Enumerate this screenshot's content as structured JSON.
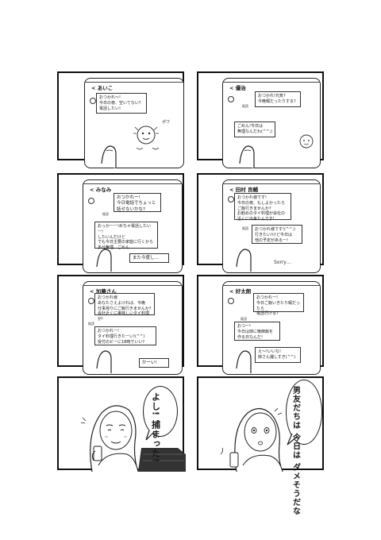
{
  "panels": [
    {
      "contact": "< あいこ",
      "bubbles": [
        "おつかれ〜!\n今日の夜、空いてない?\n電話したい!"
      ],
      "sfx": "ポワ"
    },
    {
      "contact": "< 優治",
      "bubbles": [
        "おつかれ!元気?\n今晩暇だったりする?",
        "ごめん!今日は\n無理なんだわ(^^;)"
      ],
      "note": "既読"
    },
    {
      "contact": "< みなみ",
      "bubbles": [
        "おつかれー!\n今日電話でちょっと\n話せないかな?",
        "おっかーー!めちゃ電話したいー!\nしたいんだけど\nでも今日主要の家庭に行くから\n多分無理…ごめん…"
      ],
      "footer": "また今度し…",
      "note": "既読"
    },
    {
      "contact": "< 田村 良輔",
      "bubbles": [
        "おつかれ様です!\n今日の夜、もしよかったら\nご飯行きませんか?\nお勧めのタイ料理が会社の\n近くに出来たんです!",
        "おつかれ様です!(^^;)\n行きたい!けど今日は\n他の予定があるー!"
      ],
      "footer": "Sorry…",
      "note": "既読"
    },
    {
      "contact": "< 加藤さん",
      "bubbles": [
        "おつかれ様\nあなたさえよければ、今晩\n仕事帰りにご飯行きませんか?\n会社近くに美味しいタイ料理が!",
        "おつかれー!\nタイ料理行きたーい!(^^)\n受付のビーに18時でいい?"
      ],
      "footer": "かーい!",
      "note": "既読"
    },
    {
      "contact": "< 好太朗",
      "bubbles": [
        "おつかれー!\n今日ご飯いきたり暇だったら\n電話行ける?",
        "おつー!\n今日は姉に晩御飯を\n作る日なんだ!",
        "え〜!いいな!\n姉さん優しすぎ(^^)"
      ],
      "note": "既読"
    },
    {
      "speech": "よし!\n捕まった!"
    },
    {
      "speech": "男友だちは\n今日は\nダメそうだな"
    }
  ]
}
